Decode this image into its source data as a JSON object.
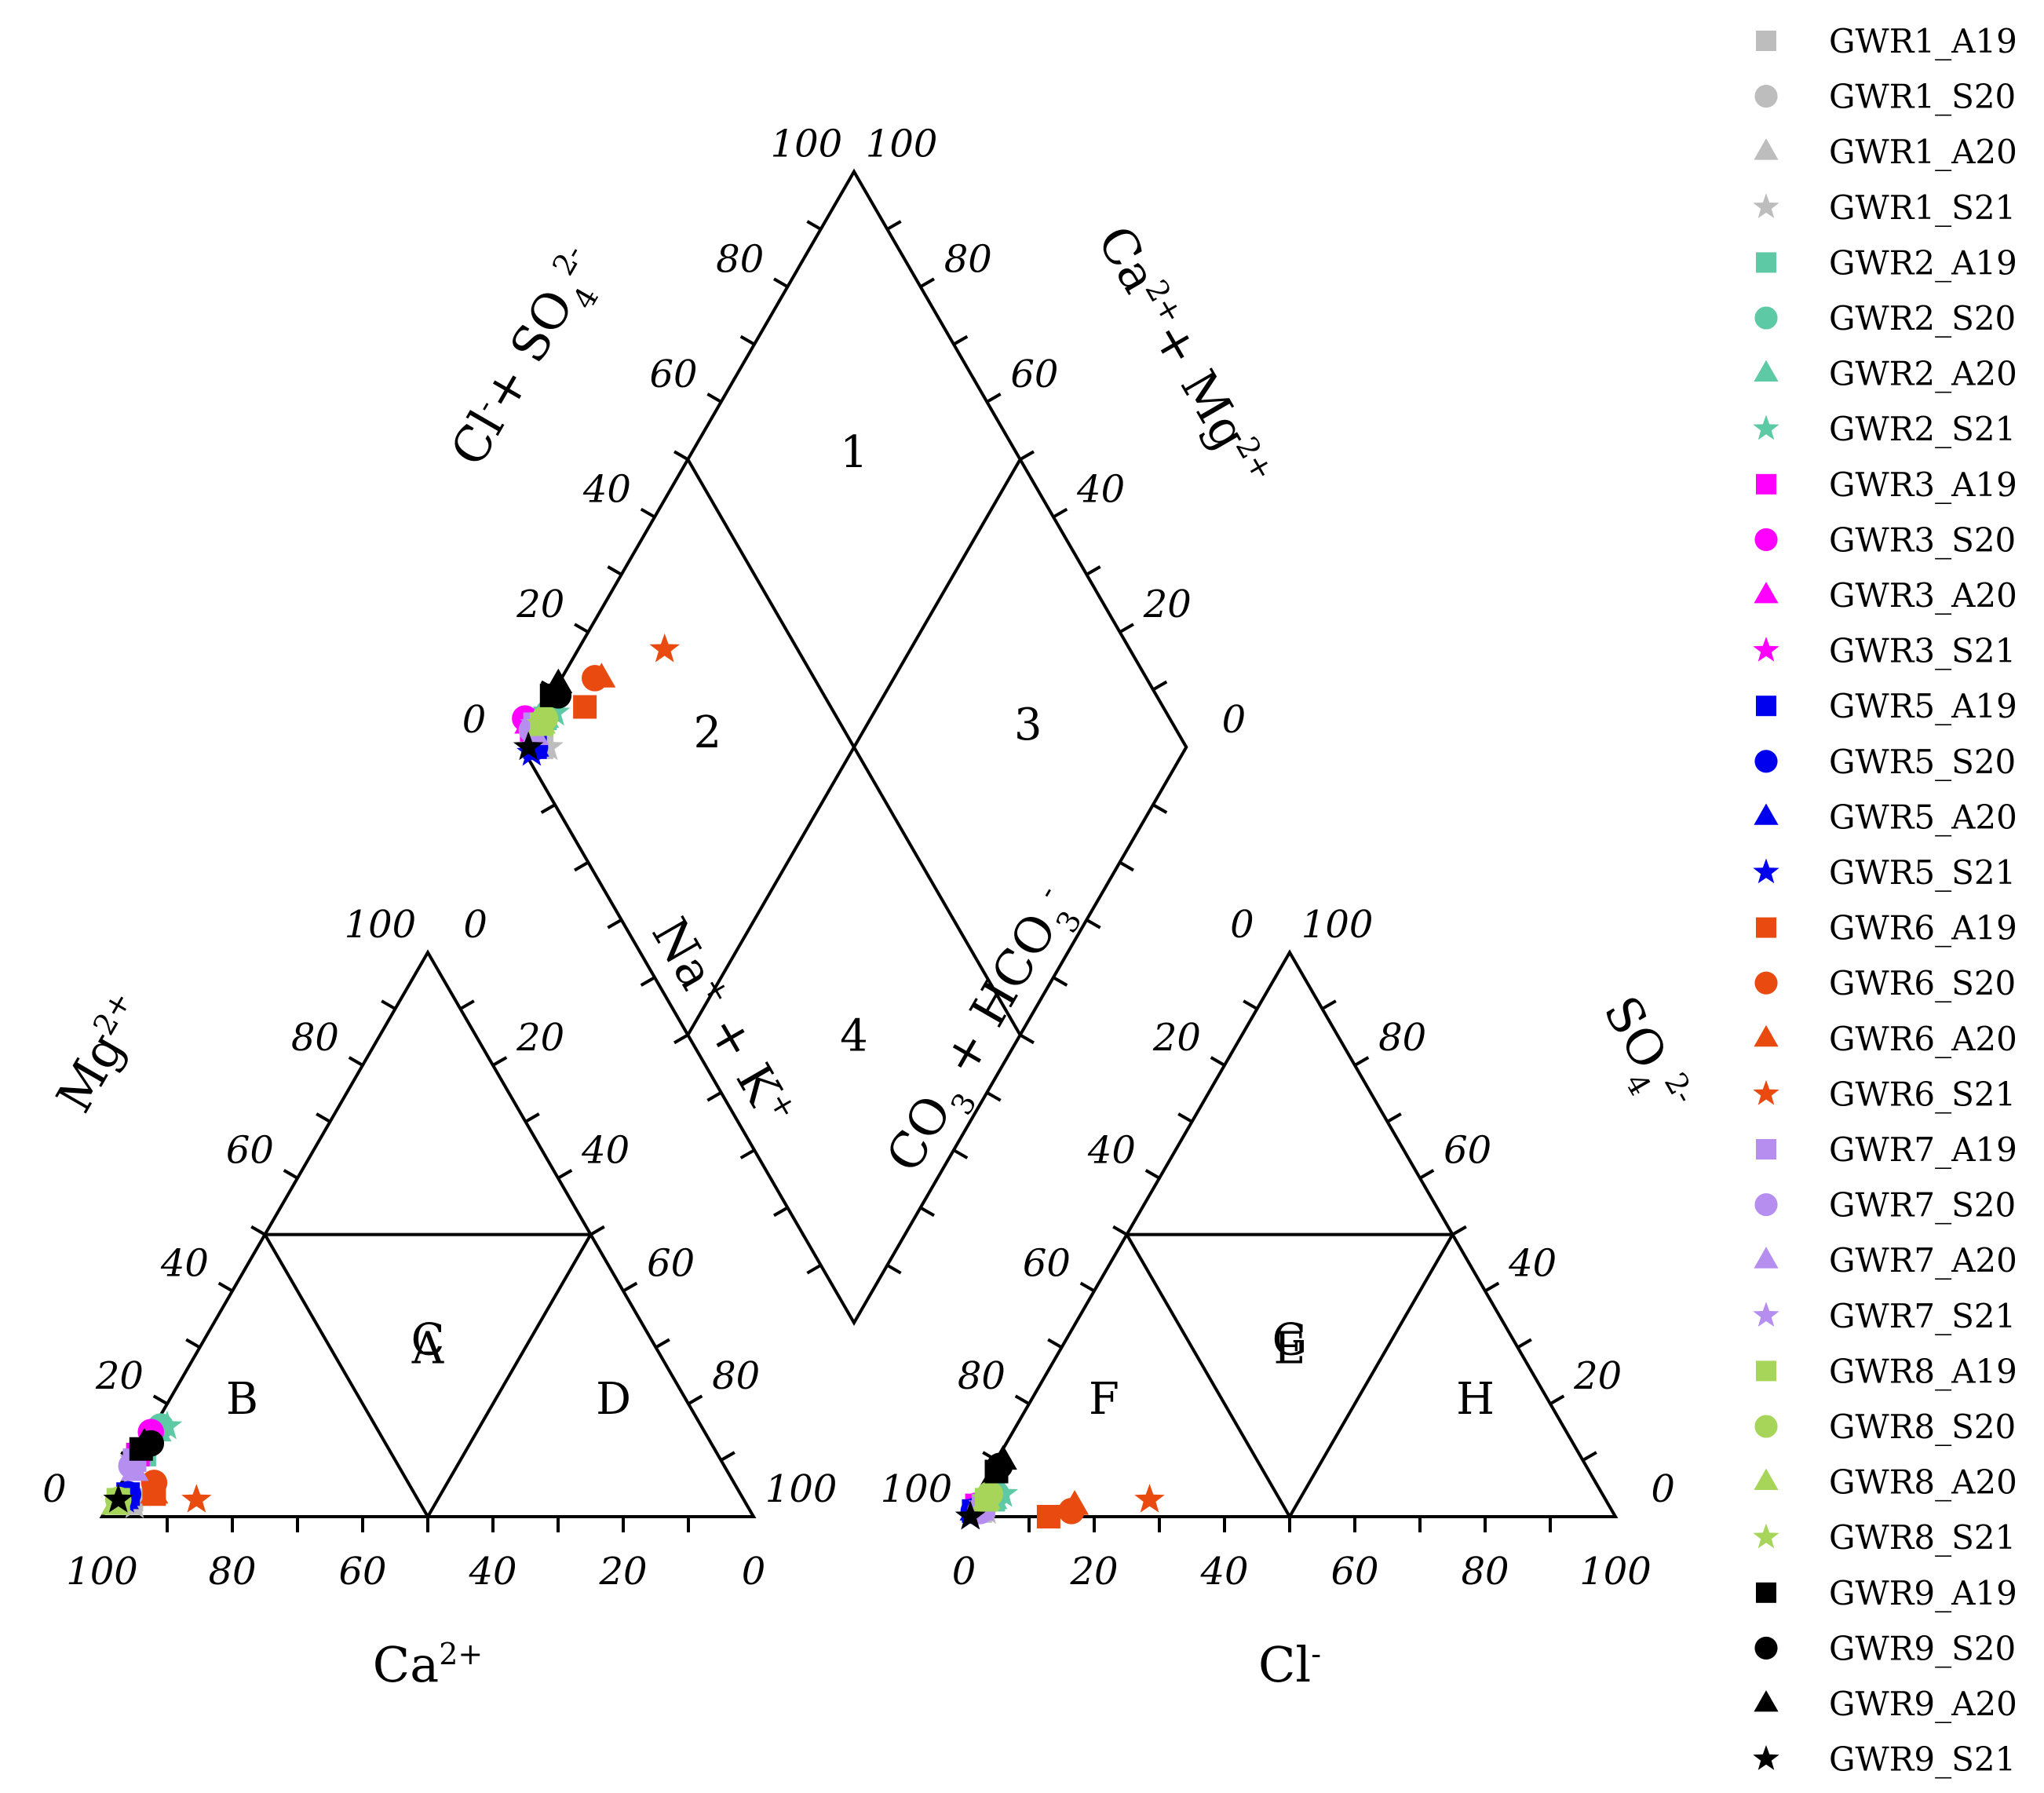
{
  "chart_data": {
    "type": "scatter",
    "diagram": "piper",
    "legend_placement": "right",
    "axis_labels": {
      "cation_bottom": "Ca2+",
      "cation_left": "Mg2+",
      "cation_right": "Na+ + K+",
      "anion_bottom": "Cl-",
      "anion_left": "CO3 + HCO3-",
      "anion_right": "SO42-",
      "diamond_left": "Cl- + SO42-",
      "diamond_right": "Ca2+ + Mg2+"
    },
    "ticks": [
      0,
      20,
      40,
      60,
      80,
      100
    ],
    "tick_labels": [
      "0",
      "20",
      "40",
      "60",
      "80",
      "100"
    ],
    "regions": {
      "cation": [
        "A",
        "B",
        "C",
        "D"
      ],
      "anion": [
        "E",
        "F",
        "G",
        "H"
      ],
      "diamond": [
        "1",
        "2",
        "3",
        "4"
      ]
    },
    "colors": {
      "GWR1": "#bdbdbd",
      "GWR2": "#5ec9a5",
      "GWR3": "#ff00ff",
      "GWR5": "#0000ee",
      "GWR6": "#e84a10",
      "GWR7": "#b58ef0",
      "GWR8": "#a6d55a",
      "GWR9": "#000000"
    },
    "series": [
      {
        "name": "GWR1_A19",
        "group": "GWR1",
        "marker": "square",
        "ca": 94,
        "mg": 3,
        "nak": 3,
        "cl": 2,
        "so4": 1,
        "hco3": 97
      },
      {
        "name": "GWR1_S20",
        "group": "GWR1",
        "marker": "circle",
        "ca": 95,
        "mg": 3,
        "nak": 2,
        "cl": 2,
        "so4": 1,
        "hco3": 97
      },
      {
        "name": "GWR1_A20",
        "group": "GWR1",
        "marker": "triangle",
        "ca": 95,
        "mg": 2,
        "nak": 3,
        "cl": 2,
        "so4": 1,
        "hco3": 97
      },
      {
        "name": "GWR1_S21",
        "group": "GWR1",
        "marker": "star",
        "ca": 94,
        "mg": 2,
        "nak": 4,
        "cl": 3,
        "so4": 1,
        "hco3": 96
      },
      {
        "name": "GWR2_A19",
        "group": "GWR2",
        "marker": "square",
        "ca": 88,
        "mg": 11,
        "nak": 1,
        "cl": 3,
        "so4": 3,
        "hco3": 94
      },
      {
        "name": "GWR2_S20",
        "group": "GWR2",
        "marker": "circle",
        "ca": 83,
        "mg": 16,
        "nak": 1,
        "cl": 3,
        "so4": 4,
        "hco3": 93
      },
      {
        "name": "GWR2_A20",
        "group": "GWR2",
        "marker": "triangle",
        "ca": 84,
        "mg": 15,
        "nak": 1,
        "cl": 3,
        "so4": 3,
        "hco3": 94
      },
      {
        "name": "GWR2_S21",
        "group": "GWR2",
        "marker": "star",
        "ca": 82,
        "mg": 16,
        "nak": 2,
        "cl": 4,
        "so4": 4,
        "hco3": 92
      },
      {
        "name": "GWR3_A19",
        "group": "GWR3",
        "marker": "square",
        "ca": 89,
        "mg": 11,
        "nak": 0,
        "cl": 1,
        "so4": 2,
        "hco3": 97
      },
      {
        "name": "GWR3_S20",
        "group": "GWR3",
        "marker": "circle",
        "ca": 87,
        "mg": 15,
        "nak": -2,
        "cl": 1,
        "so4": 2,
        "hco3": 97
      },
      {
        "name": "GWR3_A20",
        "group": "GWR3",
        "marker": "triangle",
        "ca": 88,
        "mg": 13,
        "nak": -1,
        "cl": 1,
        "so4": 2,
        "hco3": 97
      },
      {
        "name": "GWR3_S21",
        "group": "GWR3",
        "marker": "star",
        "ca": 88,
        "mg": 12,
        "nak": 0,
        "cl": 1,
        "so4": 2,
        "hco3": 97
      },
      {
        "name": "GWR5_A19",
        "group": "GWR5",
        "marker": "square",
        "ca": 94,
        "mg": 4,
        "nak": 2,
        "cl": 1,
        "so4": 1,
        "hco3": 98
      },
      {
        "name": "GWR5_S20",
        "group": "GWR5",
        "marker": "circle",
        "ca": 94,
        "mg": 4,
        "nak": 2,
        "cl": 1,
        "so4": 1,
        "hco3": 98
      },
      {
        "name": "GWR5_A20",
        "group": "GWR5",
        "marker": "triangle",
        "ca": 95,
        "mg": 3,
        "nak": 2,
        "cl": 1,
        "so4": 1,
        "hco3": 98
      },
      {
        "name": "GWR5_S21",
        "group": "GWR5",
        "marker": "star",
        "ca": 95,
        "mg": 3,
        "nak": 2,
        "cl": 1,
        "so4": 0,
        "hco3": 99
      },
      {
        "name": "GWR6_A19",
        "group": "GWR6",
        "marker": "square",
        "ca": 90,
        "mg": 4,
        "nak": 6,
        "cl": 13,
        "so4": 0,
        "hco3": 87
      },
      {
        "name": "GWR6_S20",
        "group": "GWR6",
        "marker": "circle",
        "ca": 89,
        "mg": 6,
        "nak": 5,
        "cl": 16,
        "so4": 1,
        "hco3": 83
      },
      {
        "name": "GWR6_A20",
        "group": "GWR6",
        "marker": "triangle",
        "ca": 90,
        "mg": 4,
        "nak": 6,
        "cl": 16,
        "so4": 2,
        "hco3": 82
      },
      {
        "name": "GWR6_S21",
        "group": "GWR6",
        "marker": "star",
        "ca": 84,
        "mg": 3,
        "nak": 13,
        "cl": 27,
        "so4": 3,
        "hco3": 70
      },
      {
        "name": "GWR7_A19",
        "group": "GWR7",
        "marker": "square",
        "ca": 90,
        "mg": 10,
        "nak": 0,
        "cl": 2,
        "so4": 2,
        "hco3": 96
      },
      {
        "name": "GWR7_S20",
        "group": "GWR7",
        "marker": "circle",
        "ca": 91,
        "mg": 9,
        "nak": 0,
        "cl": 2,
        "so4": 1,
        "hco3": 97
      },
      {
        "name": "GWR7_A20",
        "group": "GWR7",
        "marker": "triangle",
        "ca": 91,
        "mg": 8,
        "nak": 1,
        "cl": 2,
        "so4": 1,
        "hco3": 97
      },
      {
        "name": "GWR7_S21",
        "group": "GWR7",
        "marker": "star",
        "ca": 90,
        "mg": 10,
        "nak": 0,
        "cl": 2,
        "so4": 2,
        "hco3": 96
      },
      {
        "name": "GWR8_A19",
        "group": "GWR8",
        "marker": "square",
        "ca": 96,
        "mg": 3,
        "nak": 1,
        "cl": 2,
        "so4": 3,
        "hco3": 95
      },
      {
        "name": "GWR8_S20",
        "group": "GWR8",
        "marker": "circle",
        "ca": 96,
        "mg": 3,
        "nak": 1,
        "cl": 2,
        "so4": 4,
        "hco3": 94
      },
      {
        "name": "GWR8_A20",
        "group": "GWR8",
        "marker": "triangle",
        "ca": 97,
        "mg": 2,
        "nak": 1,
        "cl": 2,
        "so4": 3,
        "hco3": 95
      },
      {
        "name": "GWR8_S21",
        "group": "GWR8",
        "marker": "star",
        "ca": 96,
        "mg": 3,
        "nak": 1,
        "cl": 2,
        "so4": 3,
        "hco3": 95
      },
      {
        "name": "GWR9_A19",
        "group": "GWR9",
        "marker": "square",
        "ca": 88,
        "mg": 12,
        "nak": 0,
        "cl": 1,
        "so4": 8,
        "hco3": 91
      },
      {
        "name": "GWR9_S20",
        "group": "GWR9",
        "marker": "circle",
        "ca": 86,
        "mg": 13,
        "nak": 1,
        "cl": 1,
        "so4": 9,
        "hco3": 90
      },
      {
        "name": "GWR9_A20",
        "group": "GWR9",
        "marker": "triangle",
        "ca": 87,
        "mg": 13,
        "nak": 0,
        "cl": 1,
        "so4": 10,
        "hco3": 89
      },
      {
        "name": "GWR9_S21",
        "group": "GWR9",
        "marker": "star",
        "ca": 96,
        "mg": 3,
        "nak": 1,
        "cl": 1,
        "so4": 0,
        "hco3": 99
      }
    ]
  }
}
